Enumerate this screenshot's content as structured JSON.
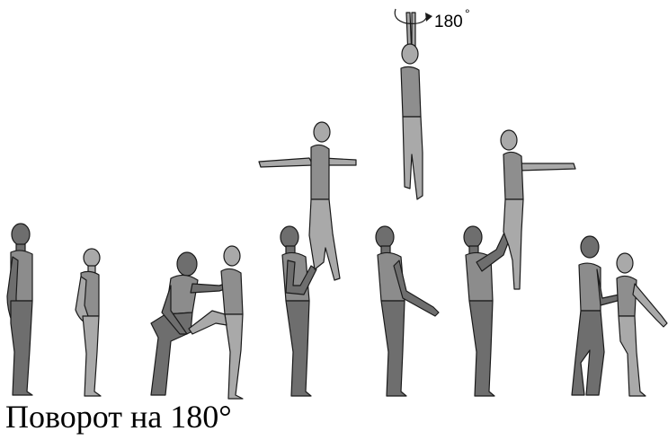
{
  "caption": "Поворот на 180°",
  "rotation_label": "180",
  "rotation_degree_mark": "°",
  "colors": {
    "male": "#6e6e6e",
    "male_torso": "#8c8c8c",
    "female": "#a9a9a9",
    "female_torso": "#8e8e8e",
    "outline": "#1a1a1a"
  },
  "figures": [
    {
      "name": "male-standing-1",
      "role": "male"
    },
    {
      "name": "female-standing-1",
      "role": "female"
    },
    {
      "name": "pair-crouch-step",
      "role": "pair"
    },
    {
      "name": "pair-lift-arms-out",
      "role": "pair"
    },
    {
      "name": "female-rotating-air",
      "role": "female"
    },
    {
      "name": "male-arms-forward",
      "role": "male"
    },
    {
      "name": "pair-lift-catch",
      "role": "pair"
    },
    {
      "name": "pair-landing",
      "role": "pair"
    }
  ]
}
